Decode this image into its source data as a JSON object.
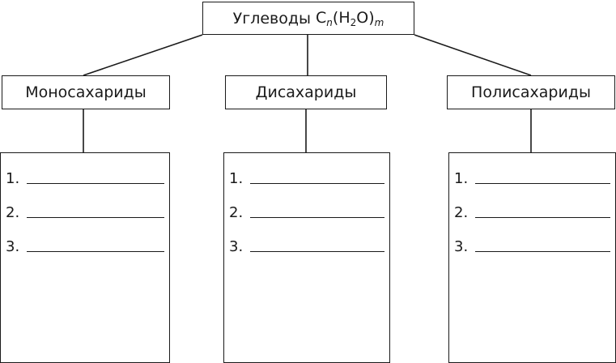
{
  "root": {
    "label": "Углеводы",
    "formula": {
      "c": "C",
      "n": "n",
      "open": "(H",
      "two": "2",
      "close": "O)",
      "m": "m"
    }
  },
  "categories": [
    {
      "label": "Моносахариды",
      "items": [
        "1.",
        "2.",
        "3."
      ]
    },
    {
      "label": "Дисахариды",
      "items": [
        "1.",
        "2.",
        "3."
      ]
    },
    {
      "label": "Полисахариды",
      "items": [
        "1.",
        "2.",
        "3."
      ]
    }
  ]
}
